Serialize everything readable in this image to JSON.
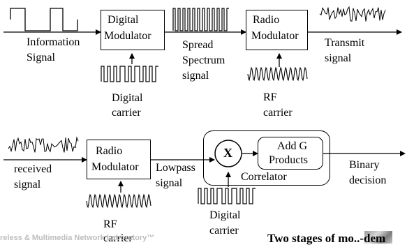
{
  "transmitter": {
    "information_signal": [
      "Information",
      "Signal"
    ],
    "digital_modulator": [
      "Digital",
      "Modulator"
    ],
    "digital_carrier": [
      "Digital",
      "carrier"
    ],
    "spread_spectrum_signal": [
      "Spread",
      "Spectrum",
      "signal"
    ],
    "radio_modulator": [
      "Radio",
      "Modulator"
    ],
    "rf_carrier": [
      "RF",
      "carrier"
    ],
    "transmit_signal": [
      "Transmit",
      "signal"
    ]
  },
  "receiver": {
    "received_signal": [
      "received",
      "signal"
    ],
    "radio_modulator": [
      "Radio",
      "Modulator"
    ],
    "rf_carrier": [
      "RF",
      "carrier"
    ],
    "lowpass_signal": [
      "Lowpass",
      "signal"
    ],
    "multiplier": "X",
    "add_g_products": [
      "Add G",
      "Products"
    ],
    "correlator": "Correlator",
    "digital_carrier": [
      "Digital",
      "carrier"
    ],
    "binary_decision": [
      "Binary",
      "decision"
    ]
  },
  "footer": {
    "lab_name": "reless & Multimedia Network Laboratory™",
    "caption": "Two stages of mo..-dem"
  }
}
